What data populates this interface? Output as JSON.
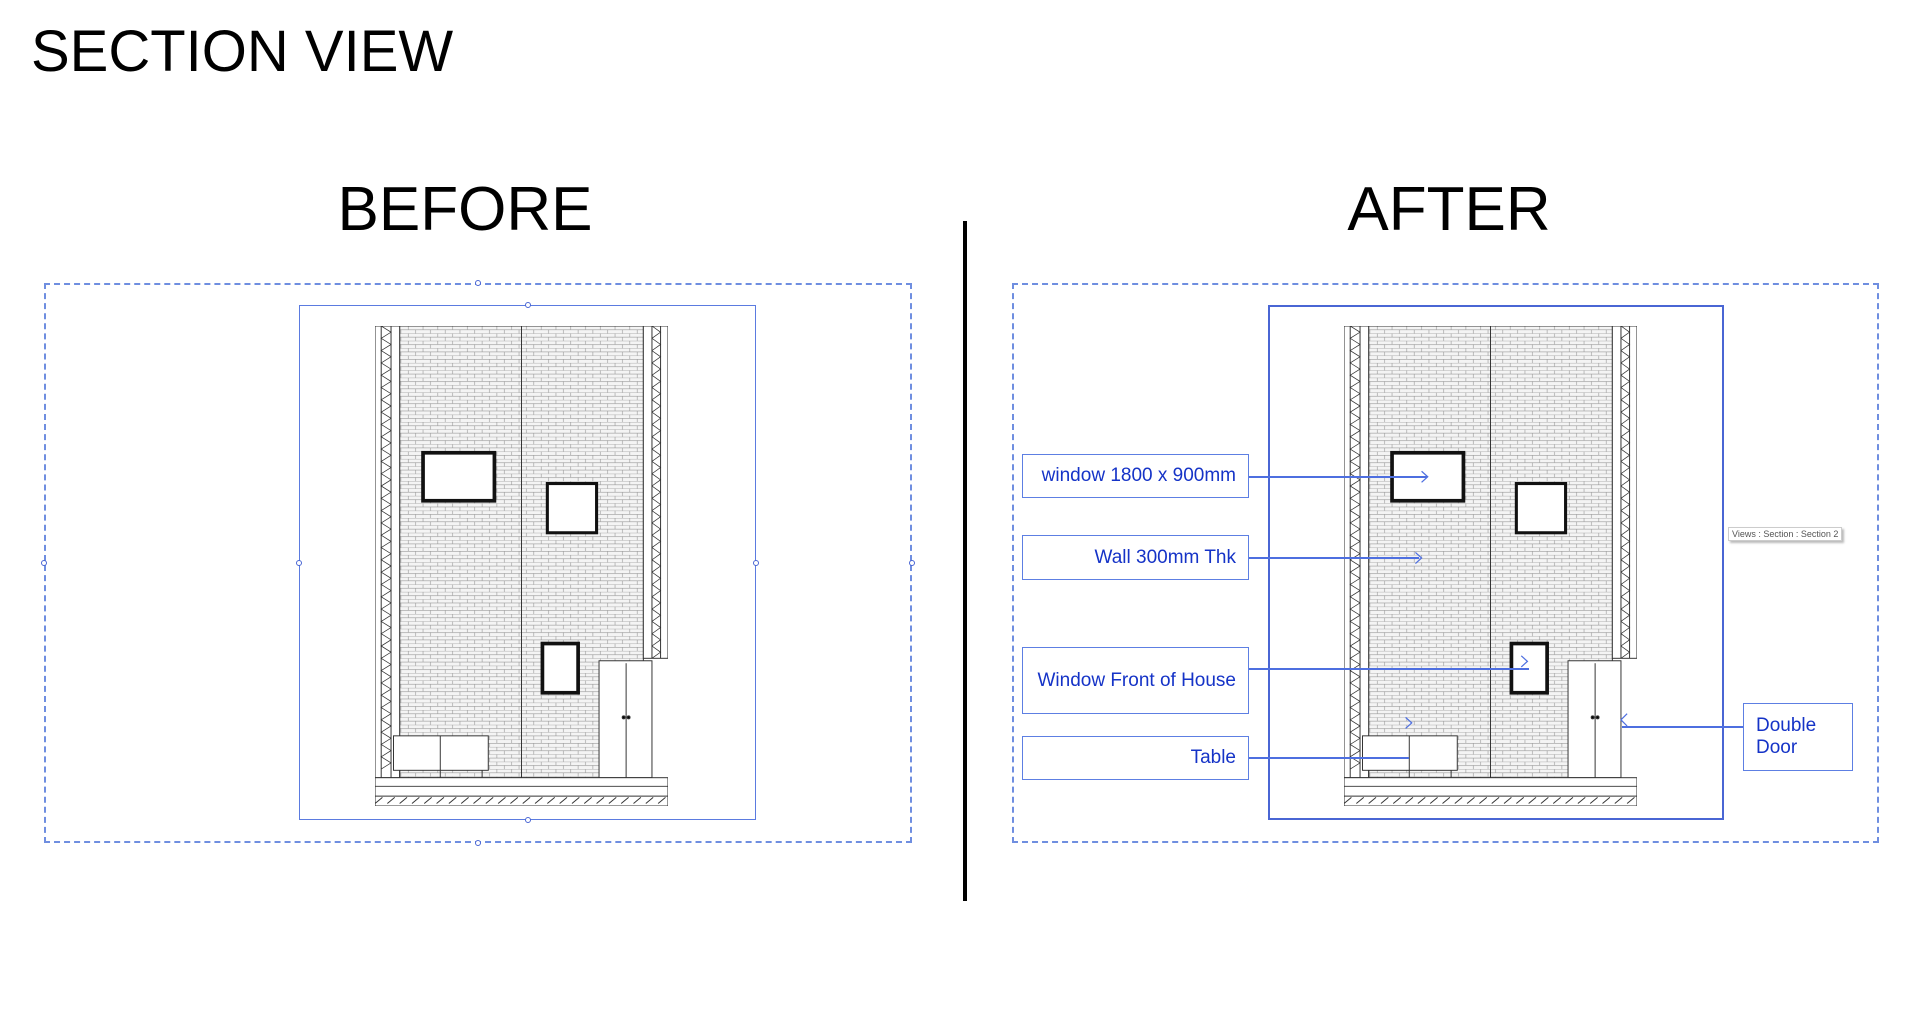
{
  "title": "SECTION VIEW",
  "before": {
    "heading": "BEFORE"
  },
  "after": {
    "heading": "AFTER",
    "tooltip": "Views : Section : Section 2",
    "annotations": [
      {
        "text": "window 1800 x 900mm"
      },
      {
        "text": "Wall 300mm Thk"
      },
      {
        "text": "Window Front of House"
      },
      {
        "text": "Table"
      },
      {
        "text": "Double Door"
      }
    ]
  },
  "colors": {
    "annotation": "#1533c7",
    "crop_region": "#4a66d4",
    "dashed": "#6f8ee0"
  }
}
